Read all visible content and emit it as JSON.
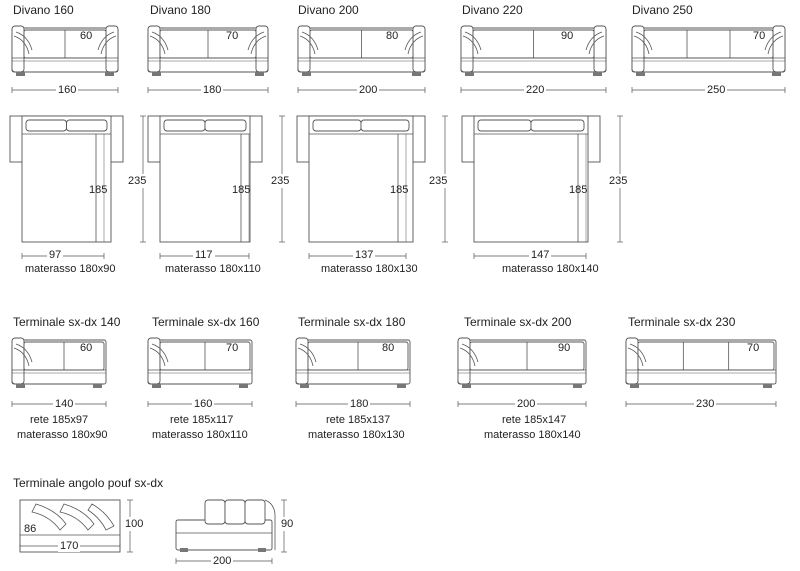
{
  "sofas": [
    {
      "title": "Divano 160",
      "depth": "60",
      "width": "160"
    },
    {
      "title": "Divano 180",
      "depth": "70",
      "width": "180"
    },
    {
      "title": "Divano 200",
      "depth": "80",
      "width": "200"
    },
    {
      "title": "Divano 220",
      "depth": "90",
      "width": "220"
    },
    {
      "title": "Divano 250",
      "depth": "70",
      "width": "250"
    }
  ],
  "beds": [
    {
      "inner": "185",
      "outer": "235",
      "width": "97",
      "mattress": "materasso 180x90"
    },
    {
      "inner": "185",
      "outer": "235",
      "width": "117",
      "mattress": "materasso 180x110"
    },
    {
      "inner": "185",
      "outer": "235",
      "width": "137",
      "mattress": "materasso 180x130"
    },
    {
      "inner": "185",
      "outer": "235",
      "width": "147",
      "mattress": "materasso 180x140"
    }
  ],
  "terminals": [
    {
      "title": "Terminale sx-dx 140",
      "depth": "60",
      "width": "140",
      "rete": "rete 185x97",
      "mattress": "materasso 180x90"
    },
    {
      "title": "Terminale sx-dx 160",
      "depth": "70",
      "width": "160",
      "rete": "rete 185x117",
      "mattress": "materasso 180x110"
    },
    {
      "title": "Terminale sx-dx 180",
      "depth": "80",
      "width": "180",
      "rete": "rete 185x137",
      "mattress": "materasso 180x130"
    },
    {
      "title": "Terminale sx-dx 200",
      "depth": "90",
      "width": "200",
      "rete": "rete 185x147",
      "mattress": "materasso 180x140"
    },
    {
      "title": "Terminale sx-dx 230",
      "depth": "70",
      "width": "230"
    }
  ],
  "pouf": {
    "title": "Terminale angolo pouf sx-dx",
    "plan_depth": "86",
    "plan_width": "170",
    "plan_side": "100",
    "front_height": "90",
    "front_width": "200"
  },
  "colors": {
    "line": "#555555",
    "text": "#222222",
    "background": "#ffffff"
  }
}
